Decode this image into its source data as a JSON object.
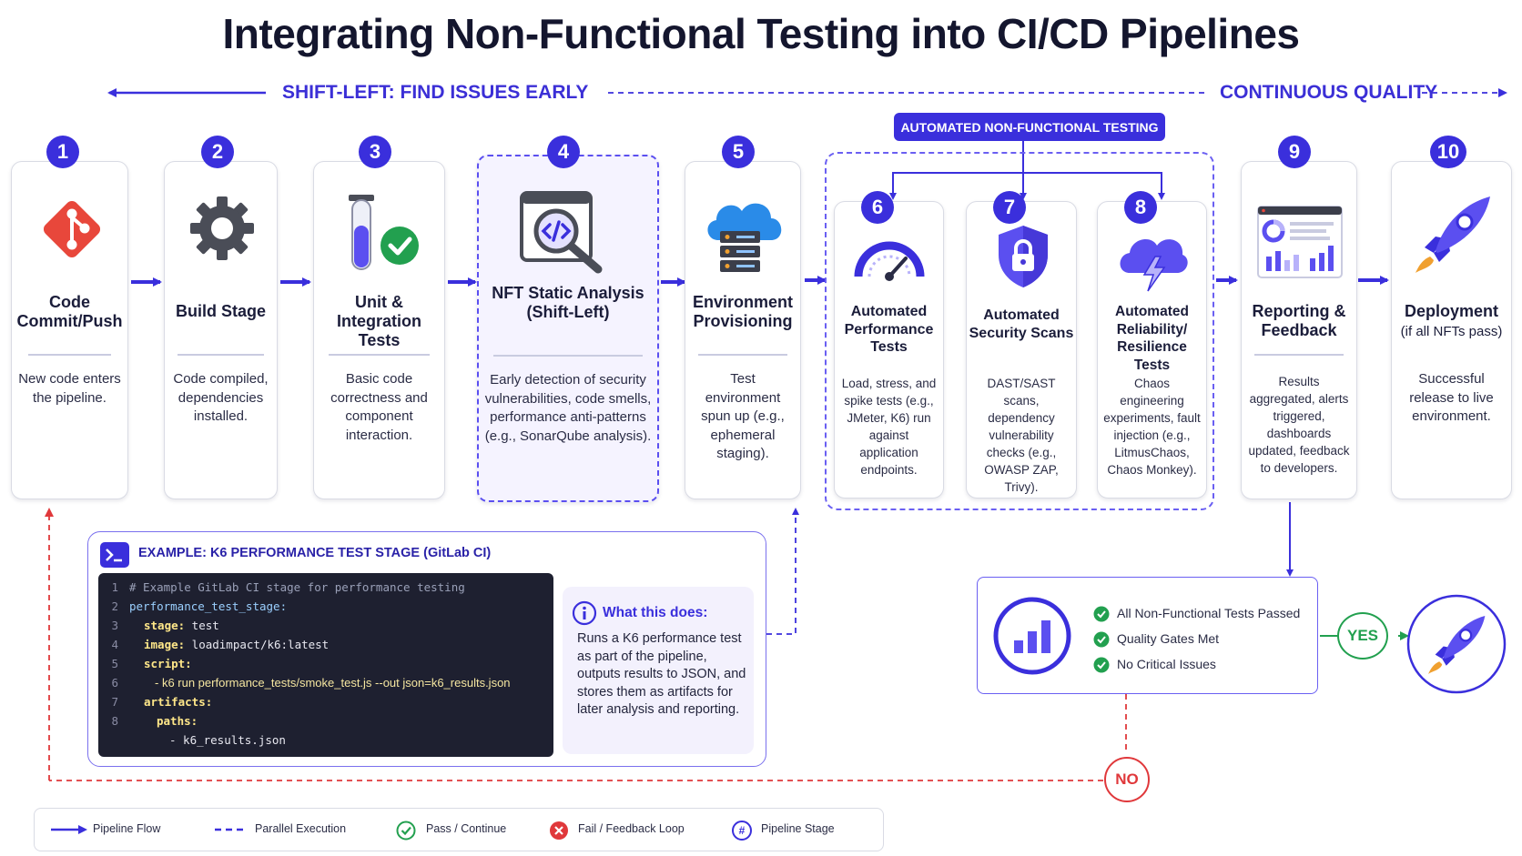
{
  "title": "Integrating Non-Functional Testing into CI/CD Pipelines",
  "banner": {
    "left_label": "SHIFT-LEFT: FIND ISSUES EARLY",
    "right_label": "CONTINUOUS QUALITY"
  },
  "nft_group_label": "AUTOMATED NON-FUNCTIONAL TESTING",
  "stages": [
    {
      "num": "1",
      "title": "Code Commit/Push",
      "desc": "New code enters the pipeline.",
      "icon": "git-icon"
    },
    {
      "num": "2",
      "title": "Build Stage",
      "desc": "Code compiled, dependencies installed.",
      "icon": "gear-icon"
    },
    {
      "num": "3",
      "title": "Unit & Integration Tests",
      "desc": "Basic code correctness and component interaction.",
      "icon": "test-tube-icon"
    },
    {
      "num": "4",
      "title": "NFT Static Analysis (Shift-Left)",
      "desc": "Early detection of security vulnerabilities, code smells, performance anti-patterns (e.g., SonarQube analysis).",
      "icon": "code-magnifier-icon"
    },
    {
      "num": "5",
      "title": "Environment Provisioning",
      "desc": "Test environment spun up (e.g., ephemeral staging).",
      "icon": "cloud-server-icon"
    },
    {
      "num": "6",
      "title": "Automated Performance Tests",
      "desc": "Load, stress, and spike tests (e.g., JMeter, K6) run against application endpoints.",
      "icon": "speedometer-icon"
    },
    {
      "num": "7",
      "title": "Automated Security Scans",
      "desc": "DAST/SAST scans, dependency vulnerability checks (e.g., OWASP ZAP, Trivy).",
      "icon": "shield-lock-icon"
    },
    {
      "num": "8",
      "title": "Automated Reliability/ Resilience Tests",
      "desc": "Chaos engineering experiments, fault injection (e.g., LitmusChaos, Chaos Monkey).",
      "icon": "storm-cloud-icon"
    },
    {
      "num": "9",
      "title": "Reporting & Feedback",
      "desc": "Results aggregated, alerts triggered, dashboards updated, feedback to developers.",
      "icon": "dashboard-icon"
    },
    {
      "num": "10",
      "title": "Deployment",
      "subtitle": "(if all NFTs pass)",
      "desc": "Successful release to live environment.",
      "icon": "rocket-icon"
    }
  ],
  "example": {
    "header": "EXAMPLE: K6 PERFORMANCE TEST STAGE (GitLab CI)",
    "code": {
      "l1": "# Example GitLab CI stage for performance testing",
      "l2": "performance_test_stage:",
      "l3k": "stage:",
      "l3v": " test",
      "l4k": "image:",
      "l4v": " loadimpact/k6:latest",
      "l5k": "script:",
      "l6": "- k6 run performance_tests/smoke_test.js --out json=k6_results.json",
      "l7k": "artifacts:",
      "l8k": "paths:",
      "l9": "- k6_results.json"
    },
    "what_title": "What this does:",
    "what_text": "Runs a K6 performance test as part of the pipeline, outputs results to JSON, and stores them as artifacts for later analysis and reporting."
  },
  "gates": {
    "items": [
      "All Non-Functional Tests Passed",
      "Quality Gates Met",
      "No Critical Issues"
    ],
    "yes": "YES",
    "no": "NO"
  },
  "legend": {
    "pipeline_flow": "Pipeline Flow",
    "parallel": "Parallel Execution",
    "pass": "Pass / Continue",
    "fail": "Fail / Feedback Loop",
    "stage": "Pipeline Stage",
    "stage_glyph": "#"
  },
  "colors": {
    "primary": "#3a2fdc",
    "pass": "#22a04f",
    "fail": "#e0383b",
    "dashed": "#6a5ff2"
  }
}
